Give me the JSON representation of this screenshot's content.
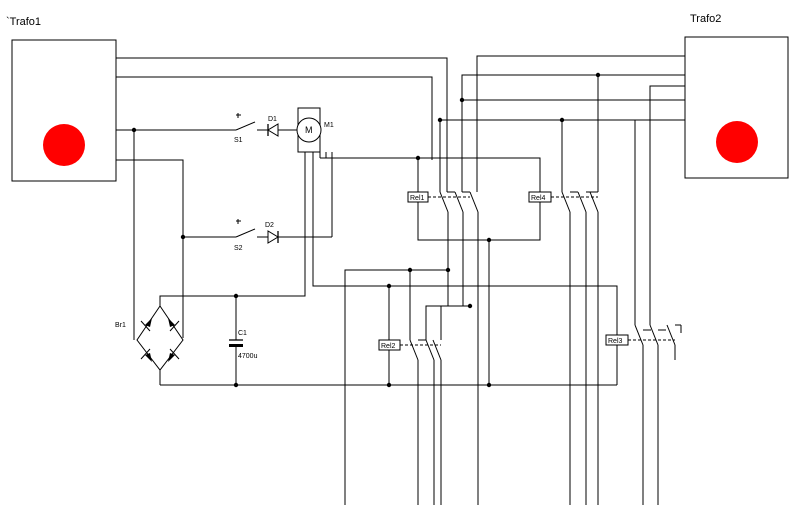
{
  "components": {
    "trafo1": {
      "label": "`Trafo1",
      "indicator_color": "#ff0000"
    },
    "trafo2": {
      "label": "Trafo2",
      "indicator_color": "#ff0000"
    },
    "s1": "S1",
    "s2": "S2",
    "d1": "D1",
    "d2": "D2",
    "m1": "M1",
    "motor_symbol": "M",
    "br1": "Br1",
    "c1": "C1",
    "c1_value": "4700u",
    "rel1": "Rel1",
    "rel2": "Rel2",
    "rel3": "Rel3",
    "rel4": "Rel4"
  },
  "colors": {
    "wire": "#000000",
    "background": "#ffffff"
  }
}
